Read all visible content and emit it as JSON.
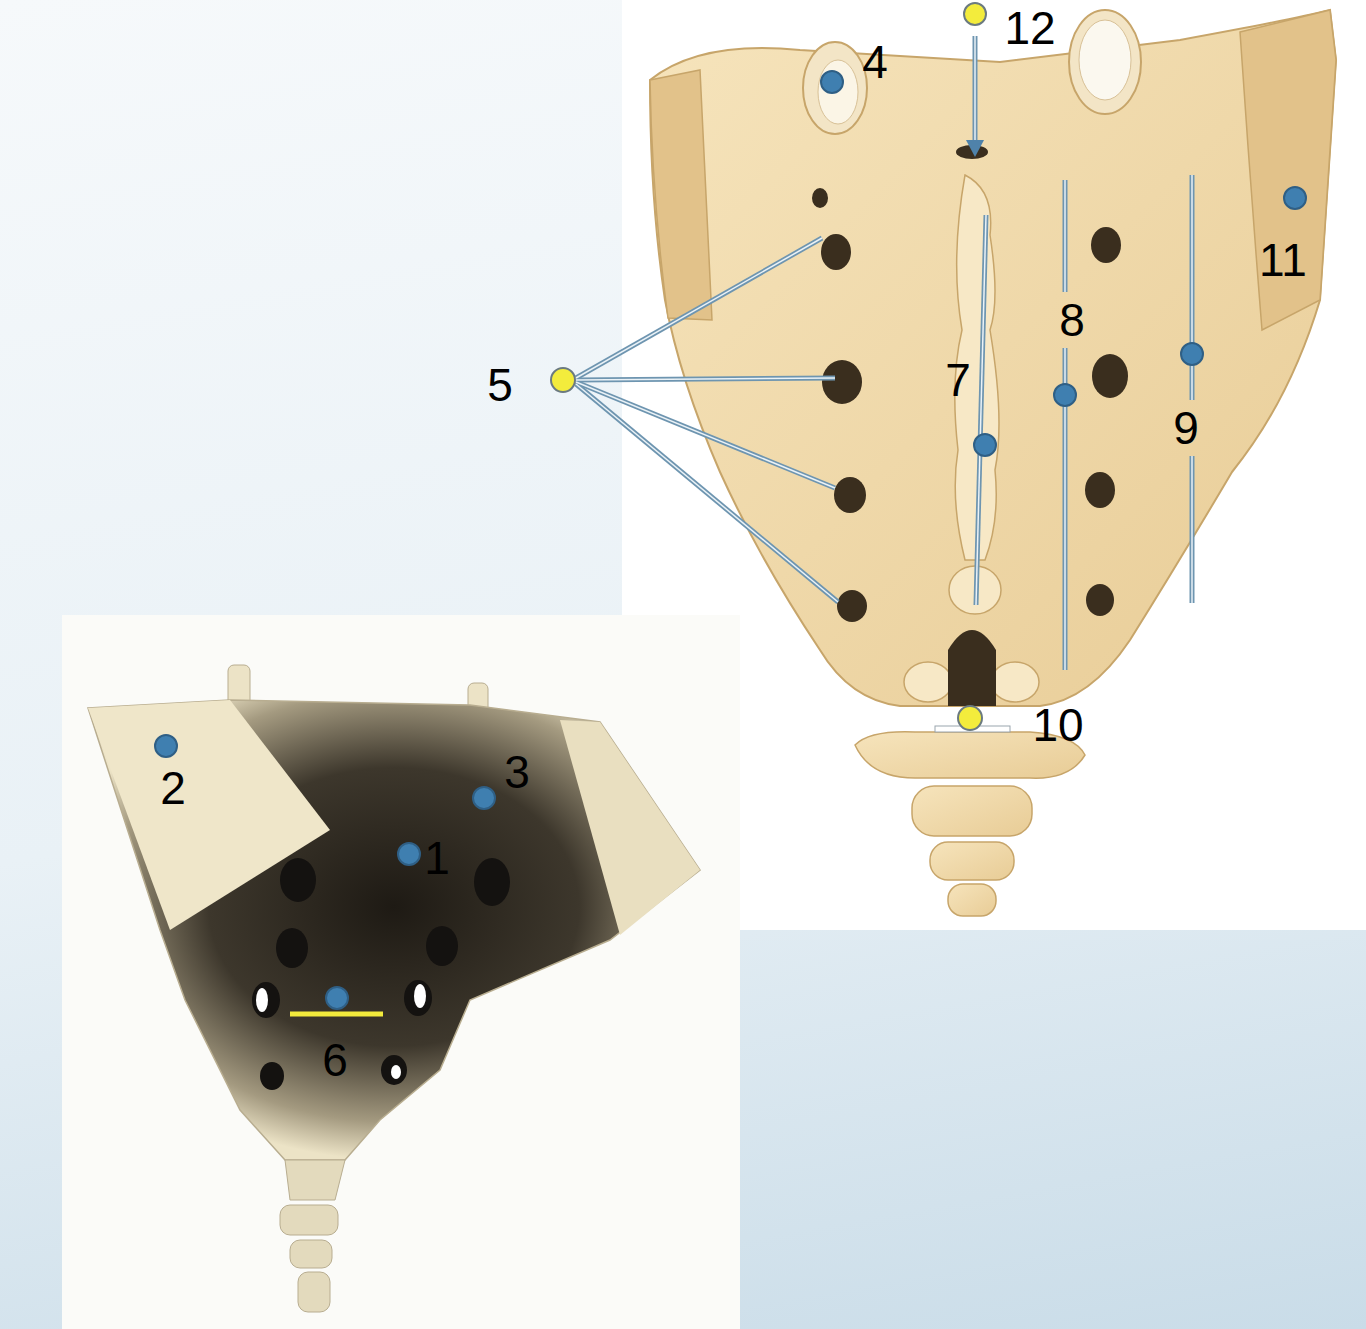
{
  "diagram": {
    "labels": [
      "12",
      "4",
      "11",
      "8",
      "5",
      "7",
      "9",
      "10",
      "2",
      "3",
      "1",
      "6"
    ]
  }
}
